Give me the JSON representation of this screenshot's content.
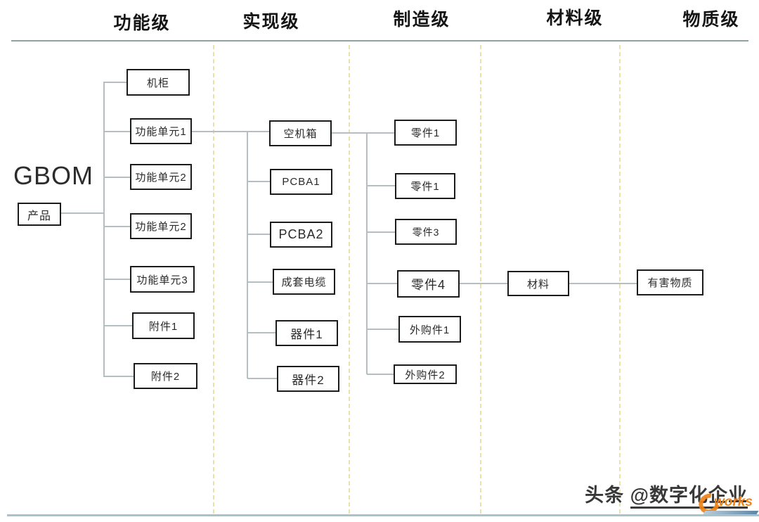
{
  "diagram": {
    "title": "GBOM",
    "root": {
      "label": "产品"
    },
    "columns": [
      {
        "header": "功能级",
        "nodes": [
          "机柜",
          "功能单元1",
          "功能单元2",
          "功能单元2",
          "功能单元3",
          "附件1",
          "附件2"
        ]
      },
      {
        "header": "实现级",
        "nodes": [
          "空机箱",
          "PCBA1",
          "PCBA2",
          "成套电缆",
          "器件1",
          "器件2"
        ]
      },
      {
        "header": "制造级",
        "nodes": [
          "零件1",
          "零件1",
          "零件3",
          "零件4",
          "外购件1",
          "外购件2"
        ]
      },
      {
        "header": "材料级",
        "nodes": [
          "材料"
        ]
      },
      {
        "header": "物质级",
        "nodes": [
          "有害物质"
        ]
      }
    ],
    "colors": {
      "node_border": "#1c1c1c",
      "connector": "#b5bec1",
      "separator_dash": "#e7e3a9",
      "top_rule": "#8fa2a5",
      "bottom_rule": "#a9c3ce"
    }
  },
  "watermark": {
    "prefix": "头条 ",
    "handle": "@数字化企业",
    "logo_text": "works",
    "logo_orange": "#ef8418",
    "logo_blue": "#5d87a8"
  }
}
